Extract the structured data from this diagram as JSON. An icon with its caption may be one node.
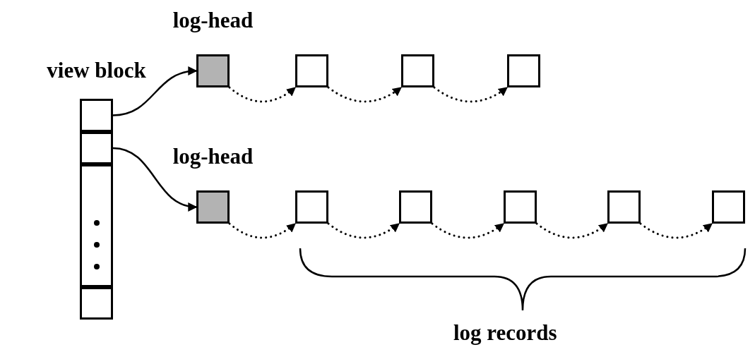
{
  "diagram": {
    "nodes": [
      {
        "text": [
          "view block"
        ]
      },
      {
        "text": [],
        "shape": "box",
        "in": 0
      },
      {
        "text": [],
        "shape": "box",
        "in": 0
      },
      {
        "text": [],
        "shape": "box",
        "in": 0
      },
      {
        "text": [],
        "shape": "box",
        "in": 0
      },
      {
        "text": [
          "log-head"
        ]
      },
      {
        "text": [],
        "shape": "box"
      },
      {
        "text": [],
        "shape": "box"
      },
      {
        "text": [],
        "shape": "box"
      },
      {
        "text": [
          "log-head"
        ]
      },
      {
        "text": [],
        "shape": "box"
      },
      {
        "text": [],
        "shape": "box"
      },
      {
        "text": [],
        "shape": "box"
      },
      {
        "text": [],
        "shape": "box"
      },
      {
        "text": [],
        "shape": "box"
      }
    ],
    "edges": [
      {
        "from": 1,
        "to": 5,
        "arrow": "to"
      },
      {
        "from": 5,
        "to": 6,
        "arrow": "to",
        "style": "dashed"
      },
      {
        "from": 6,
        "to": 7,
        "arrow": "to",
        "style": "dashed"
      },
      {
        "from": 7,
        "to": 8,
        "arrow": "to",
        "style": "dashed"
      },
      {
        "from": 2,
        "to": 9,
        "arrow": "to"
      },
      {
        "from": 9,
        "to": 10,
        "arrow": "to",
        "style": "dashed"
      },
      {
        "from": 10,
        "to": 11,
        "arrow": "to",
        "style": "dashed"
      },
      {
        "from": 11,
        "to": 12,
        "arrow": "to",
        "style": "dashed"
      },
      {
        "from": 12,
        "to": 13,
        "arrow": "to",
        "style": "dashed"
      },
      {
        "from": 13,
        "to": 14,
        "arrow": "to",
        "style": "dashed"
      }
    ],
    "labels": [
      "log records"
    ]
  }
}
